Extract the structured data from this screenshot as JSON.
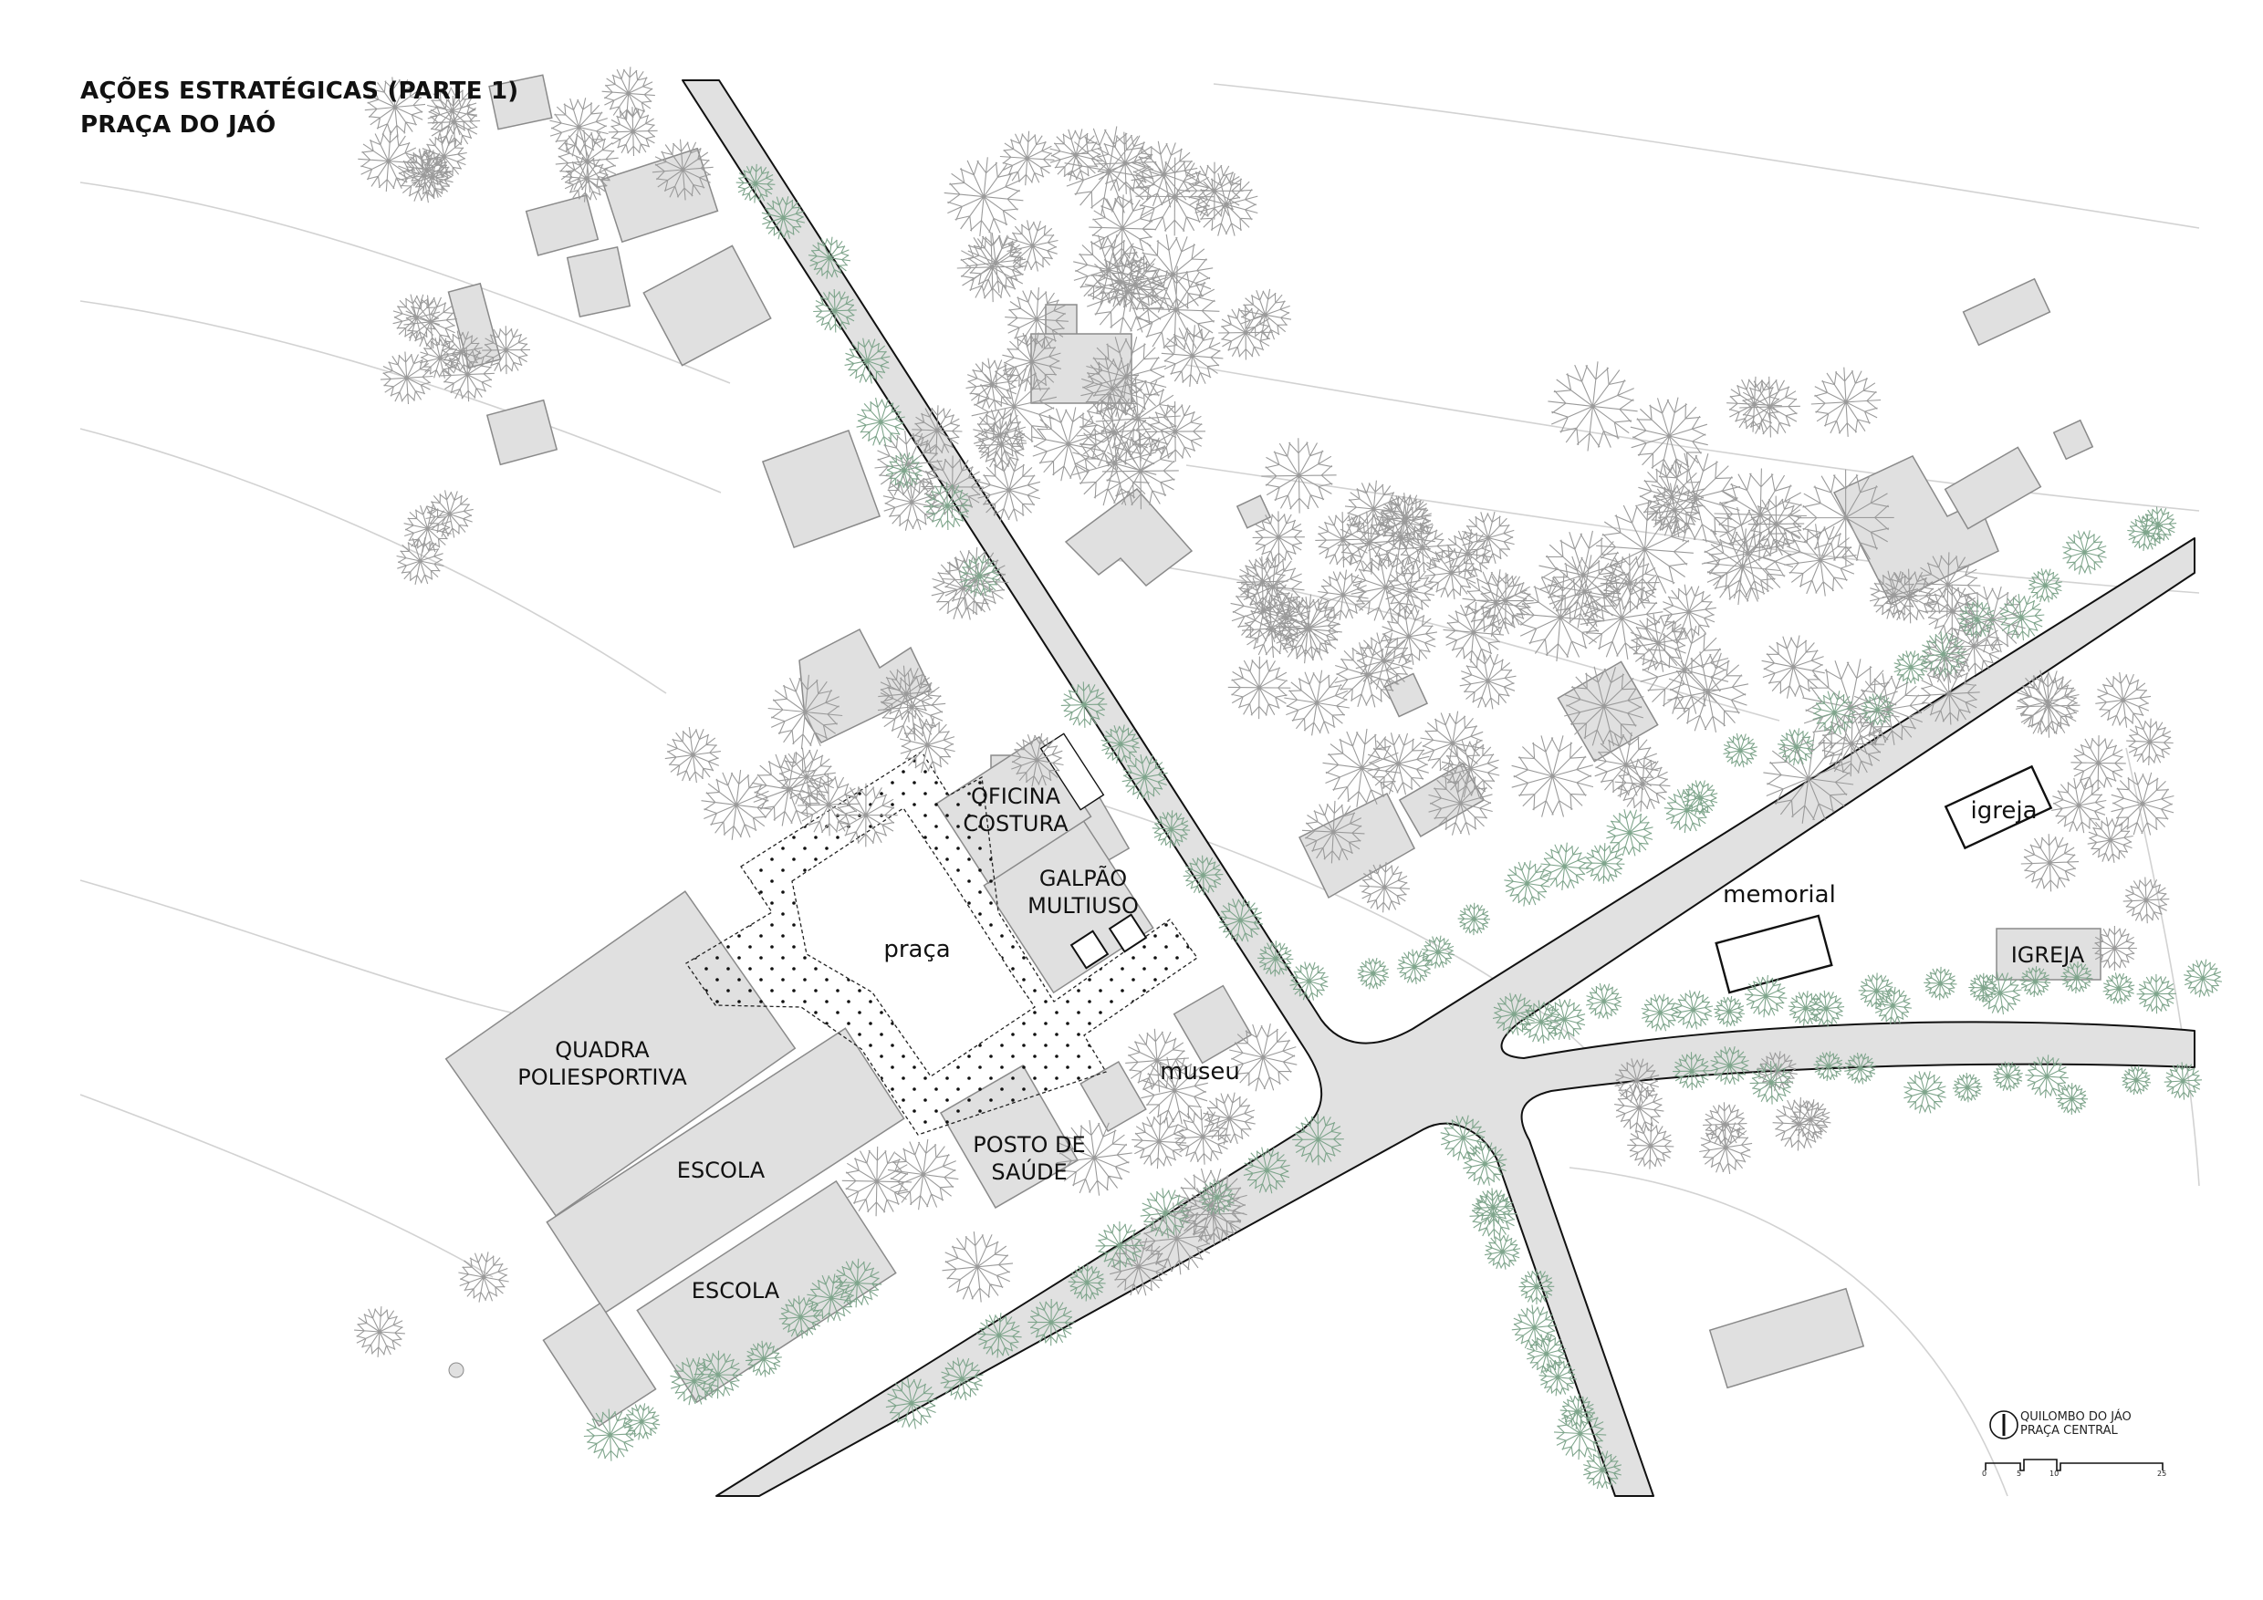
{
  "title": {
    "line1": "AÇÕES ESTRATÉGICAS (PARTE 1)",
    "line2": "PRAÇA DO JAÓ"
  },
  "labels": {
    "oficina": "OFICINA\nCOSTURA",
    "galpao": "GALPÃO\nMULTIUSO",
    "praca": "praça",
    "quadra": "QUADRA\nPOLIESPORTIVA",
    "escola_1": "ESCOLA",
    "escola_2": "ESCOLA",
    "posto": "POSTO DE\nSAÚDE",
    "museu": "museu",
    "memorial": "memorial",
    "igreja_new": "igreja",
    "igreja_existing": "IGREJA"
  },
  "legend": {
    "line1": "QUILOMBO DO JÁO",
    "line2": "PRAÇA CENTRAL",
    "north_icon": "north-arrow-icon",
    "scale_ticks": [
      "0",
      "5",
      "10",
      "25"
    ]
  },
  "colors": {
    "road_fill": "#e1e1e1",
    "building_fill": "#e0e0e0",
    "tree_stroke": "#9a9a9a",
    "tree_green": "#7fa58c",
    "contour": "#cfcfcf",
    "outline": "#111111"
  }
}
